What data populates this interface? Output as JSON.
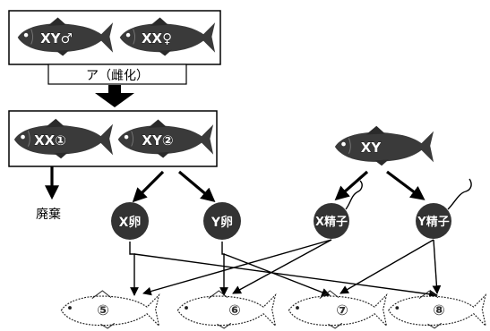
{
  "top_box": {
    "fish": [
      {
        "label": "XY♂"
      },
      {
        "label": "XX♀"
      }
    ],
    "process_label": "ア（雌化）"
  },
  "middle_box": {
    "fish": [
      {
        "label": "XX①"
      },
      {
        "label": "XY②"
      }
    ]
  },
  "discard_label": "廃棄",
  "external_fish": {
    "label": "XY"
  },
  "gametes": [
    {
      "label": "X卵"
    },
    {
      "label": "Y卵"
    },
    {
      "label": "X精子"
    },
    {
      "label": "Y精子"
    }
  ],
  "offspring": [
    {
      "label": "⑤"
    },
    {
      "label": "⑥"
    },
    {
      "label": "⑦"
    },
    {
      "label": "⑧"
    }
  ]
}
